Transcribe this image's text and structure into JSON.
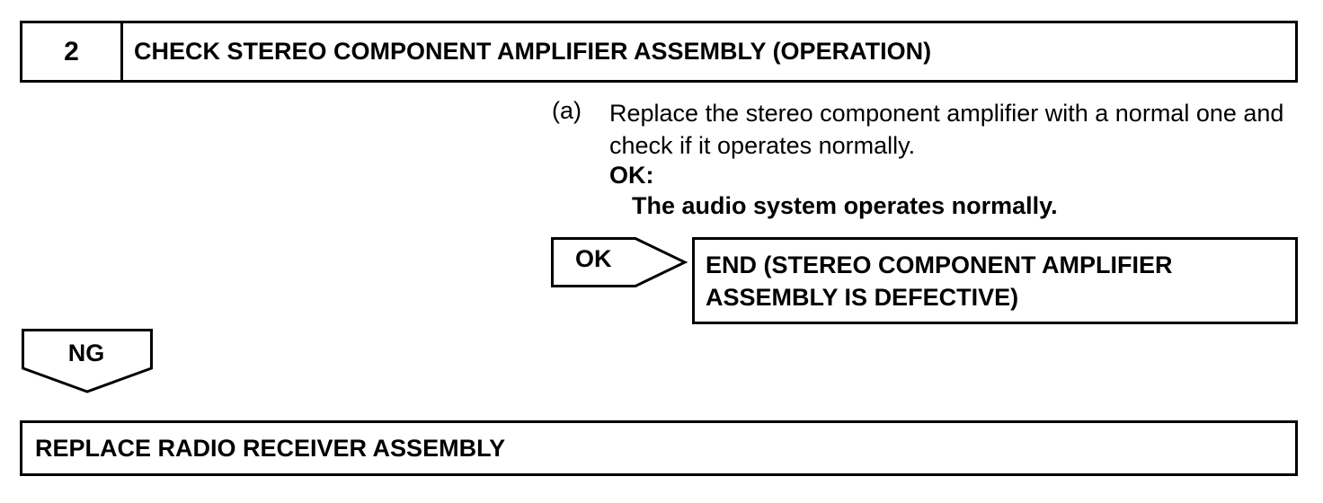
{
  "step": {
    "number": "2",
    "title": "CHECK STEREO COMPONENT AMPLIFIER ASSEMBLY (OPERATION)"
  },
  "instruction": {
    "marker": "(a)",
    "text": "Replace the stereo component amplifier with a normal one and check if it operates normally.",
    "ok_label": "OK:",
    "ok_result": "The audio system operates normally."
  },
  "ok_branch": {
    "label": "OK",
    "result_line1": "END (STEREO COMPONENT AMPLIFIER",
    "result_line2": "ASSEMBLY IS DEFECTIVE)"
  },
  "ng_branch": {
    "label": "NG"
  },
  "final_action": {
    "text": "REPLACE RADIO RECEIVER ASSEMBLY"
  }
}
